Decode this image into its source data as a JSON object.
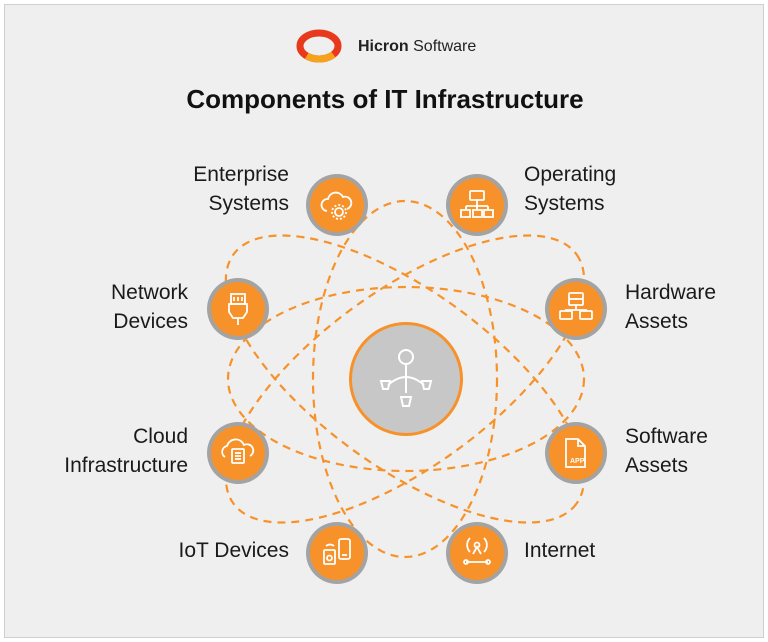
{
  "brand": {
    "name_bold": "Hicron",
    "name_rest": " Software"
  },
  "title": "Components of IT Infrastructure",
  "colors": {
    "accent": "#f7922a",
    "ring": "#9e9e9e",
    "hub": "#c7c7c7",
    "background": "#efefef"
  },
  "center": {
    "icon": "hierarchy-icon"
  },
  "components": {
    "enterprise": {
      "line1": "Enterprise",
      "line2": "Systems",
      "icon": "cloud-gear-icon"
    },
    "operating": {
      "line1": "Operating",
      "line2": "Systems",
      "icon": "network-nodes-icon"
    },
    "network": {
      "line1": "Network",
      "line2": "Devices",
      "icon": "ethernet-plug-icon"
    },
    "hardware": {
      "line1": "Hardware",
      "line2": "Assets",
      "icon": "server-hardware-icon"
    },
    "cloud": {
      "line1": "Cloud",
      "line2": "Infrastructure",
      "icon": "cloud-document-icon"
    },
    "software": {
      "line1": "Software",
      "line2": "Assets",
      "icon": "app-file-icon"
    },
    "iot": {
      "line1": "IoT Devices",
      "icon": "iot-devices-icon"
    },
    "internet": {
      "line1": "Internet",
      "icon": "antenna-icon"
    }
  }
}
